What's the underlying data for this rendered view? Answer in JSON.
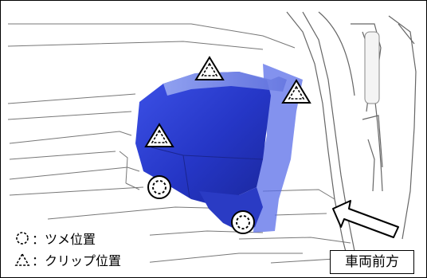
{
  "legend": {
    "claw": "：ツメ位置",
    "clip": "：クリップ位置"
  },
  "direction_label": "車両前方",
  "colors": {
    "part": "#2d3fd0",
    "part_light": "#8fa3f5",
    "line": "#555555",
    "background": "#ffffff"
  },
  "markers": {
    "claw_icon": "dashed-circle-icon",
    "clip_icon": "dashed-triangle-icon",
    "direction_icon": "arrow-icon"
  }
}
